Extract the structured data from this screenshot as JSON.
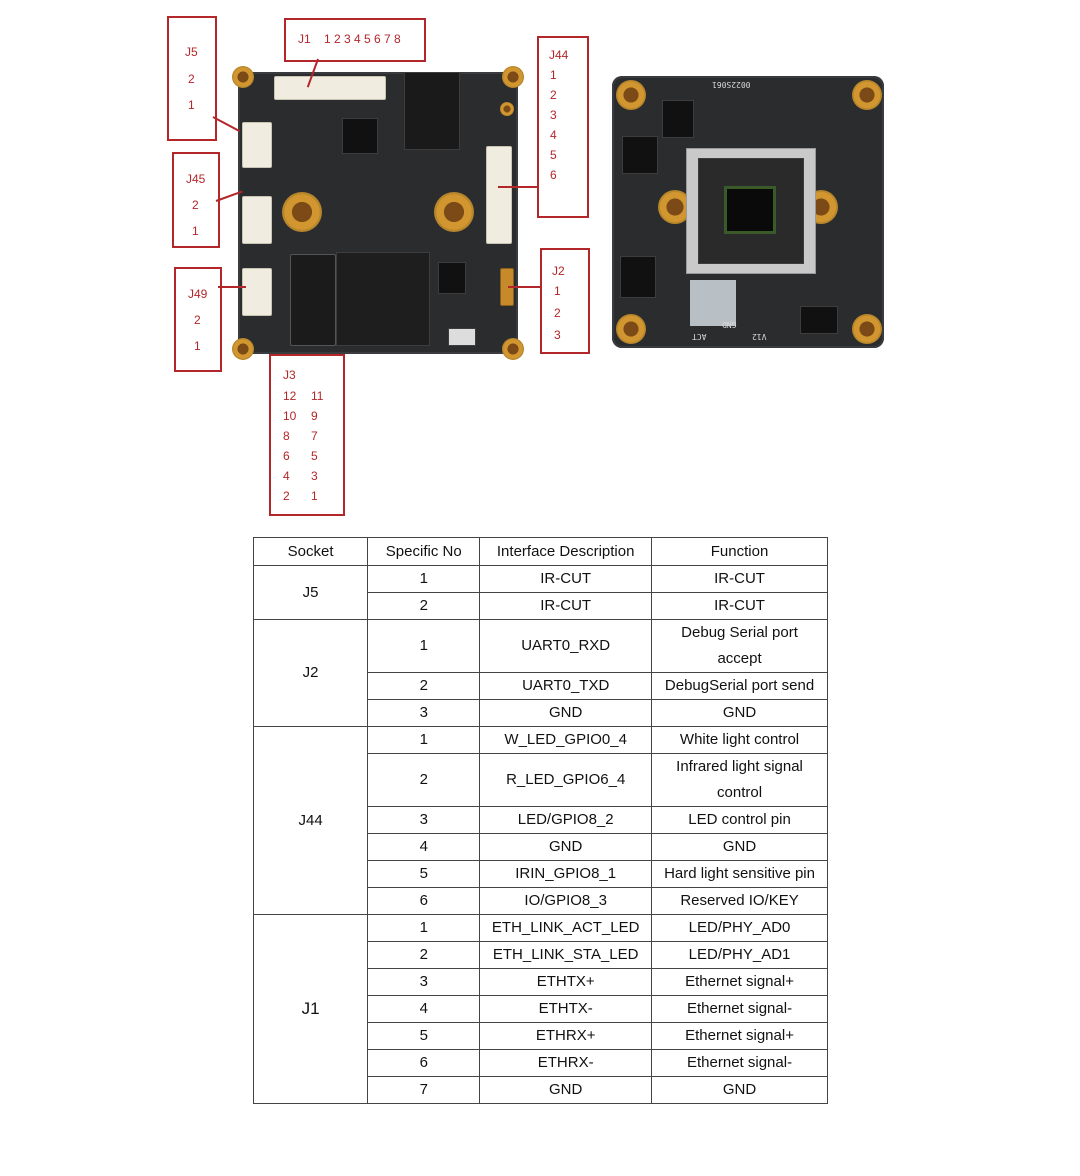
{
  "figure": {
    "callouts": {
      "J5": [
        "J5",
        "2",
        "1"
      ],
      "J1": [
        "J1",
        "1 2 3 4 5 6 7 8"
      ],
      "J44": [
        "J44",
        "1",
        "2",
        "3",
        "4",
        "5",
        "6"
      ],
      "J45": [
        "J45",
        "2",
        "1"
      ],
      "J49": [
        "J49",
        "2",
        "1"
      ],
      "J2": [
        "J2",
        "1",
        "2",
        "3"
      ],
      "J3": [
        "J3",
        "12",
        "11",
        "10",
        "9",
        "8",
        "7",
        "6",
        "5",
        "4",
        "3",
        "2",
        "1"
      ]
    },
    "silkscreen": {
      "rear_board_code": "0022S061",
      "rear_pin_labels": [
        "GND",
        "ACT",
        "V12"
      ]
    }
  },
  "table": {
    "headers": [
      "Socket",
      "Specific No",
      "Interface Description",
      "Function"
    ],
    "groups": [
      {
        "socket": "J5",
        "rows": [
          {
            "no": "1",
            "iface": "IR-CUT",
            "fn": "IR-CUT"
          },
          {
            "no": "2",
            "iface": "IR-CUT",
            "fn": "IR-CUT"
          }
        ]
      },
      {
        "socket": "J2",
        "rows": [
          {
            "no": "1",
            "iface": "UART0_RXD",
            "fn": "Debug Serial port accept"
          },
          {
            "no": "2",
            "iface": "UART0_TXD",
            "fn": "DebugSerial port send"
          },
          {
            "no": "3",
            "iface": "GND",
            "fn": "GND"
          }
        ]
      },
      {
        "socket": "J44",
        "rows": [
          {
            "no": "1",
            "iface": "W_LED_GPIO0_4",
            "fn": "White light control"
          },
          {
            "no": "2",
            "iface": "R_LED_GPIO6_4",
            "fn": "Infrared light signal control"
          },
          {
            "no": "3",
            "iface": "LED/GPIO8_2",
            "fn": "LED control pin"
          },
          {
            "no": "4",
            "iface": "GND",
            "fn": "GND"
          },
          {
            "no": "5",
            "iface": "IRIN_GPIO8_1",
            "fn": "Hard light sensitive pin"
          },
          {
            "no": "6",
            "iface": "IO/GPIO8_3",
            "fn": "Reserved IO/KEY"
          }
        ]
      },
      {
        "socket": "J1",
        "rows": [
          {
            "no": "1",
            "iface": "ETH_LINK_ACT_LED",
            "fn": "LED/PHY_AD0"
          },
          {
            "no": "2",
            "iface": "ETH_LINK_STA_LED",
            "fn": "LED/PHY_AD1"
          },
          {
            "no": "3",
            "iface": "ETHTX+",
            "fn": "Ethernet signal+"
          },
          {
            "no": "4",
            "iface": "ETHTX-",
            "fn": "Ethernet signal-"
          },
          {
            "no": "5",
            "iface": "ETHRX+",
            "fn": "Ethernet signal+"
          },
          {
            "no": "6",
            "iface": "ETHRX-",
            "fn": "Ethernet signal-"
          },
          {
            "no": "7",
            "iface": "GND",
            "fn": "GND"
          }
        ]
      }
    ]
  }
}
